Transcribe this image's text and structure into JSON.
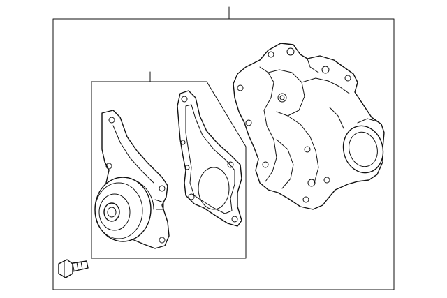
{
  "diagram": {
    "subject": "water-pump-assembly-exploded-view",
    "parts": [
      {
        "id": "water-pump-housing",
        "icon": "water-pump-housing-icon"
      },
      {
        "id": "pulley-and-impeller",
        "icon": "pump-pulley-icon"
      },
      {
        "id": "gasket",
        "icon": "gasket-icon"
      },
      {
        "id": "bolt",
        "icon": "bolt-icon"
      }
    ],
    "colors": {
      "line": "#111111",
      "background": "#ffffff"
    }
  }
}
